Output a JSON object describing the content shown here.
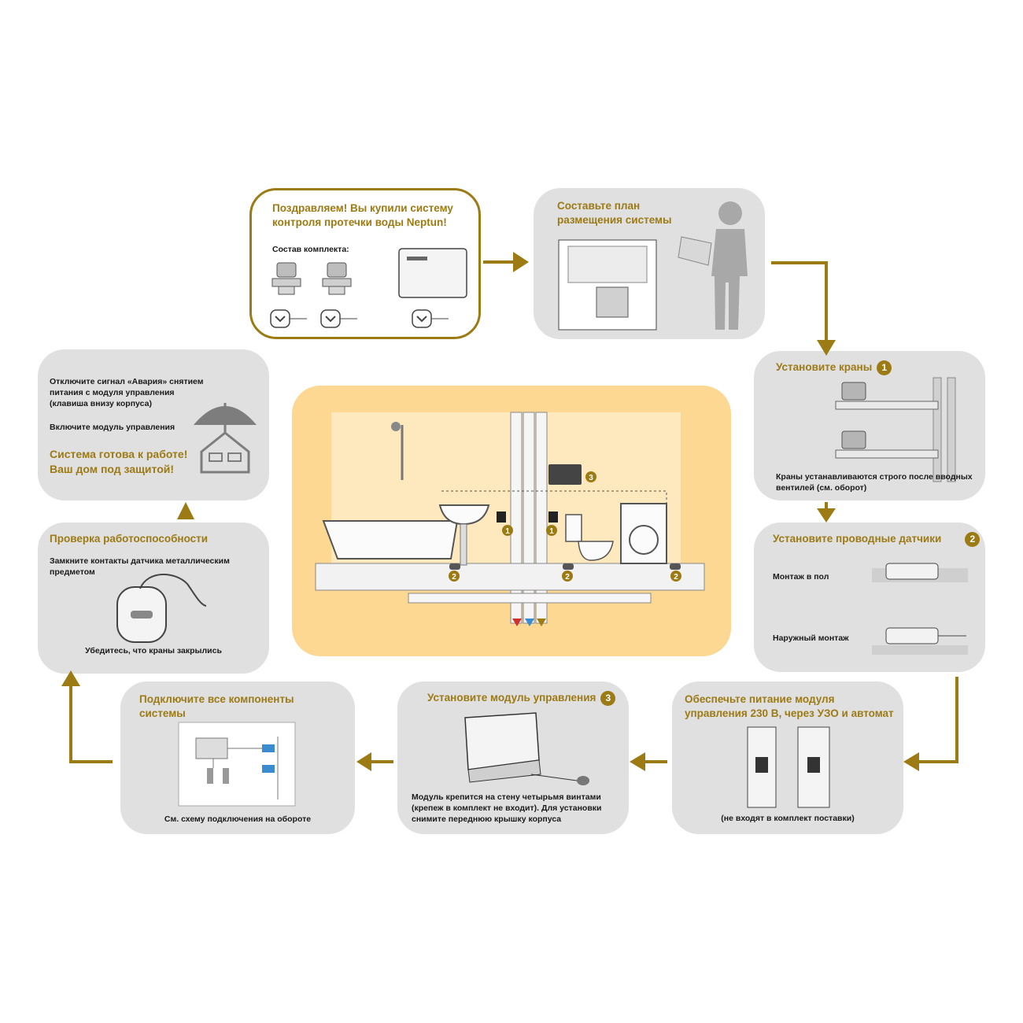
{
  "steps": {
    "congrats": {
      "title": "Поздравляем! Вы купили систему контроля протечки воды Neptun!",
      "kit_label": "Состав комплекта:"
    },
    "plan": {
      "title": "Составьте план размещения системы"
    },
    "valves": {
      "title": "Установите краны",
      "number": "1",
      "note": "Краны устанавливаются строго после вводных вентилей (см. оборот)"
    },
    "sensors": {
      "title": "Установите проводные датчики",
      "number": "2",
      "floor_mount": "Монтаж в пол",
      "surface_mount": "Наружный монтаж"
    },
    "power": {
      "title": "Обеспечьте питание модуля управления 230 В, через УЗО и автомат",
      "note": "(не входят в комплект поставки)"
    },
    "module": {
      "title": "Установите модуль управления",
      "number": "3",
      "note": "Модуль крепится на стену четырьмя винтами (крепеж в комплект не входит). Для установки снимите переднюю крышку корпуса"
    },
    "connect": {
      "title": "Подключите все компоненты системы",
      "note": "См. схему подключения на обороте"
    },
    "check": {
      "title": "Проверка работоспособности",
      "instruction": "Замкните контакты датчика металлическим предметом",
      "note": "Убедитесь, что краны закрылись"
    },
    "ready": {
      "line1": "Отключите сигнал «Авария» снятием питания с модуля управления (клавиша внизу корпуса)",
      "line2": "Включите модуль управления",
      "final": "Система готова к работе! Ваш дом под защитой!"
    }
  },
  "center_scene": {
    "labels": [
      "1",
      "1",
      "2",
      "2",
      "2",
      "3"
    ]
  },
  "colors": {
    "accent": "#9c7a14",
    "card_bg": "#e0e0e0",
    "center_bg": "#fcd893",
    "text": "#1a1a1a"
  },
  "icons": [
    "person-reading-icon",
    "umbrella-house-icon",
    "valve-icon",
    "sensor-icon",
    "control-module-icon",
    "circuit-breaker-icon",
    "arrow-icon"
  ]
}
